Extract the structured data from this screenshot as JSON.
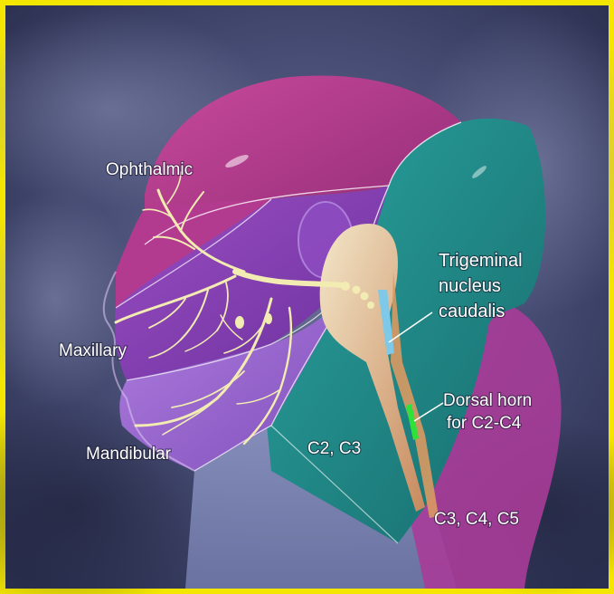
{
  "labels": {
    "ophthalmic": "Ophthalmic",
    "maxillary": "Maxillary",
    "mandibular": "Mandibular",
    "trigeminal_line1": "Trigeminal",
    "trigeminal_line2": "nucleus",
    "trigeminal_line3": "caudalis",
    "dorsal_line1": "Dorsal horn",
    "dorsal_line2": "for C2-C4",
    "c2c3": "C2, C3",
    "c3c4c5": "C3, C4, C5"
  },
  "colors": {
    "frame_yellow": "#f4e600",
    "ophthalmic_region": "#b3368a",
    "maxillary_region": "#8d3fb4",
    "mandibular_region": "#9a5fd0",
    "cervical_region": "#1f8c8a",
    "nerve": "#f2ecb2",
    "nucleus_blue": "#7ec8e8",
    "dorsal_horn_green": "#2ee23a",
    "background": "#3c4268"
  }
}
